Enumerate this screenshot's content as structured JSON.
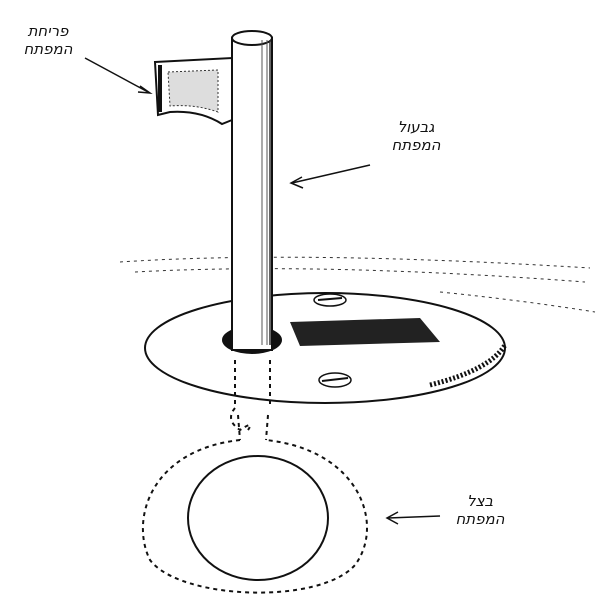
{
  "labels": {
    "bit": {
      "line1": "פריחת",
      "line2": "המפתח"
    },
    "shank": {
      "line1": "גבעול",
      "line2": "המפתח"
    },
    "bow": {
      "line1": "בצל",
      "line2": "המפתח"
    }
  },
  "colors": {
    "ink": "#111111",
    "paper": "#ffffff"
  }
}
